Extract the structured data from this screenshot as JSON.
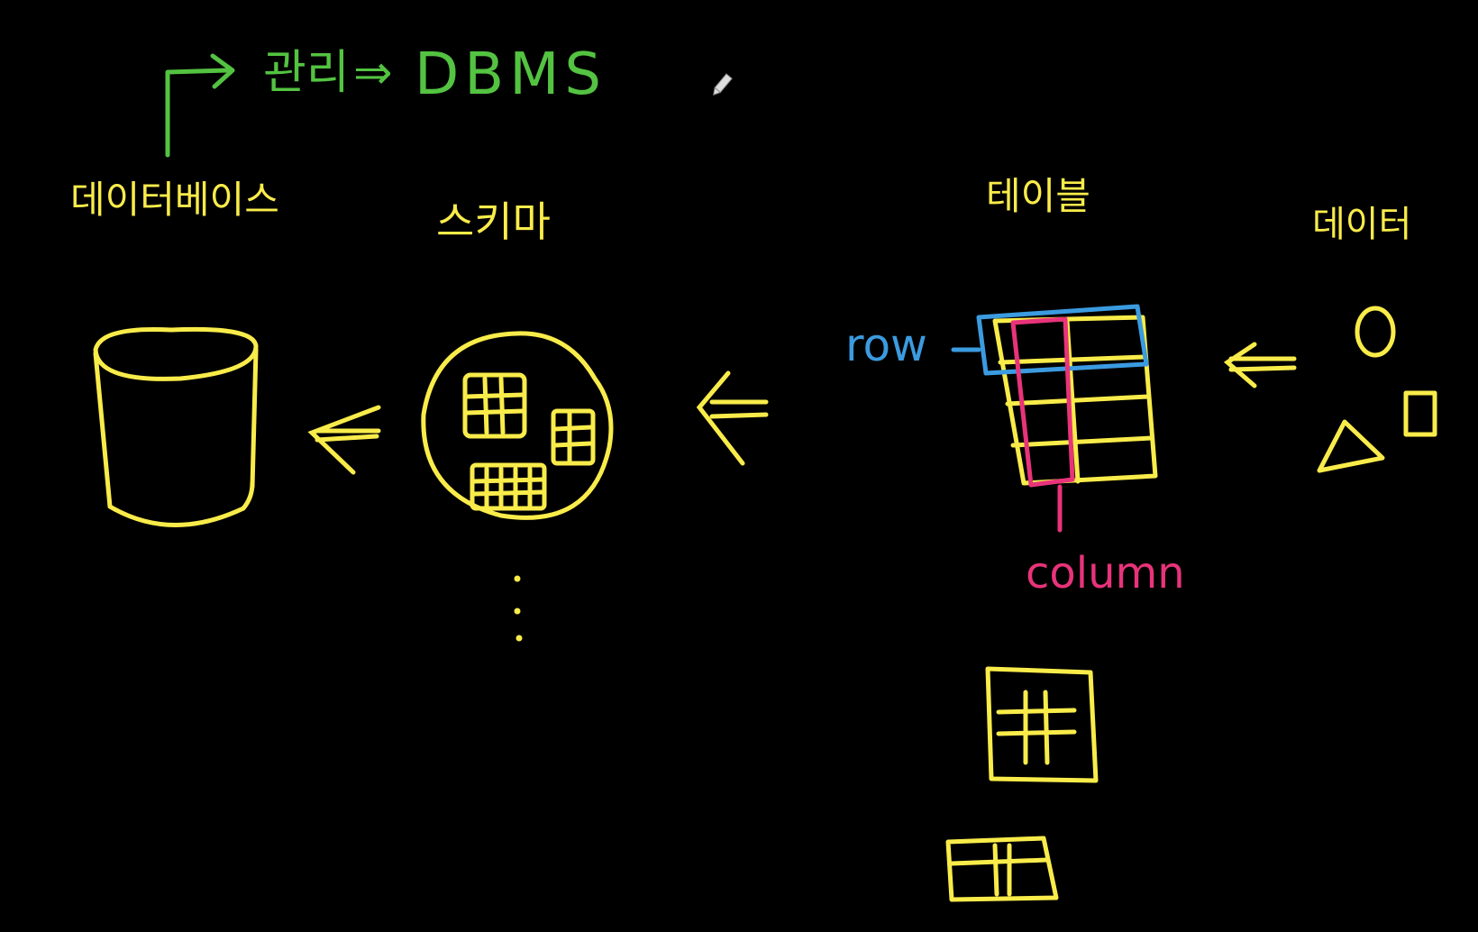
{
  "colors": {
    "background": "#000000",
    "yellow": "#F9EC4A",
    "green": "#53C341",
    "blue": "#3B9BE0",
    "pink": "#E8337A"
  },
  "top": {
    "manage_label": "관리",
    "implies": "⇒",
    "dbms": "DBMS"
  },
  "labels": {
    "database": "데이터베이스",
    "schema": "스키마",
    "table": "테이블",
    "data": "데이터",
    "row": "row",
    "column": "column",
    "ellipsis": "⋮"
  },
  "icons": {
    "pen_cursor": "pencil-icon"
  }
}
